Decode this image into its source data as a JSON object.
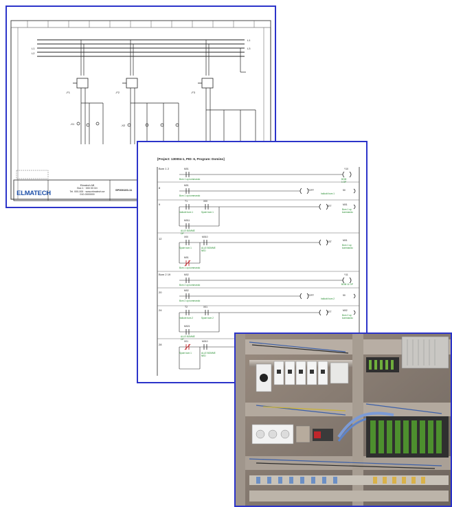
{
  "schematic": {
    "logo": "ELMATECH",
    "title_block_text": [
      "Elmatech AB",
      "Box 1 · 000 00 Ort",
      "Tel. 000-000 · www.elmatech.se",
      "010-0000000"
    ],
    "drawing_no": "SP000100-11"
  },
  "ladder": {
    "header": "[Project: 130004-1, PID: 6, Program: Domino]",
    "steps": [
      {
        "label": "Bom 1",
        "number": "2"
      },
      {
        "label": "",
        "number": "8"
      },
      {
        "label": "",
        "number": "9"
      },
      {
        "label": "",
        "number": "12"
      },
      {
        "label": "Bom 2",
        "number": "19"
      },
      {
        "label": "",
        "number": "20"
      },
      {
        "label": "",
        "number": "24"
      },
      {
        "label": "",
        "number": "28"
      }
    ],
    "contacts": [
      "M01",
      "M01",
      "T1",
      "X00",
      "M011",
      "X00",
      "M010",
      "M01",
      "M02",
      "M02",
      "T2",
      "X01",
      "M021",
      "X01",
      "M010"
    ],
    "contact_notes": [
      "Bom 1 op kommando",
      "Indkobl bom 1",
      "Spole bom 1",
      "ALLE BOMME OP",
      "ALLE BOMME NED",
      "Bom 2 op kommando",
      "Indkobl bom 2",
      "Spole bom 2"
    ],
    "coils": [
      "Y10",
      "TOFF",
      "SET",
      "RST",
      "Y11",
      "TOFF",
      "SET",
      "M01",
      "M02"
    ],
    "coil_notes": [
      "BOM 1 OP",
      "BOM 11 OP",
      "Bom 1 op kommando",
      "Bom 2 op kommando",
      "50"
    ]
  },
  "photo": {
    "subject": "electrical-control-cabinet-photo"
  },
  "colors": {
    "frame": "#2b33c9",
    "ladder_text_green": "#1f8a2a",
    "contact_red": "#c0262b"
  }
}
